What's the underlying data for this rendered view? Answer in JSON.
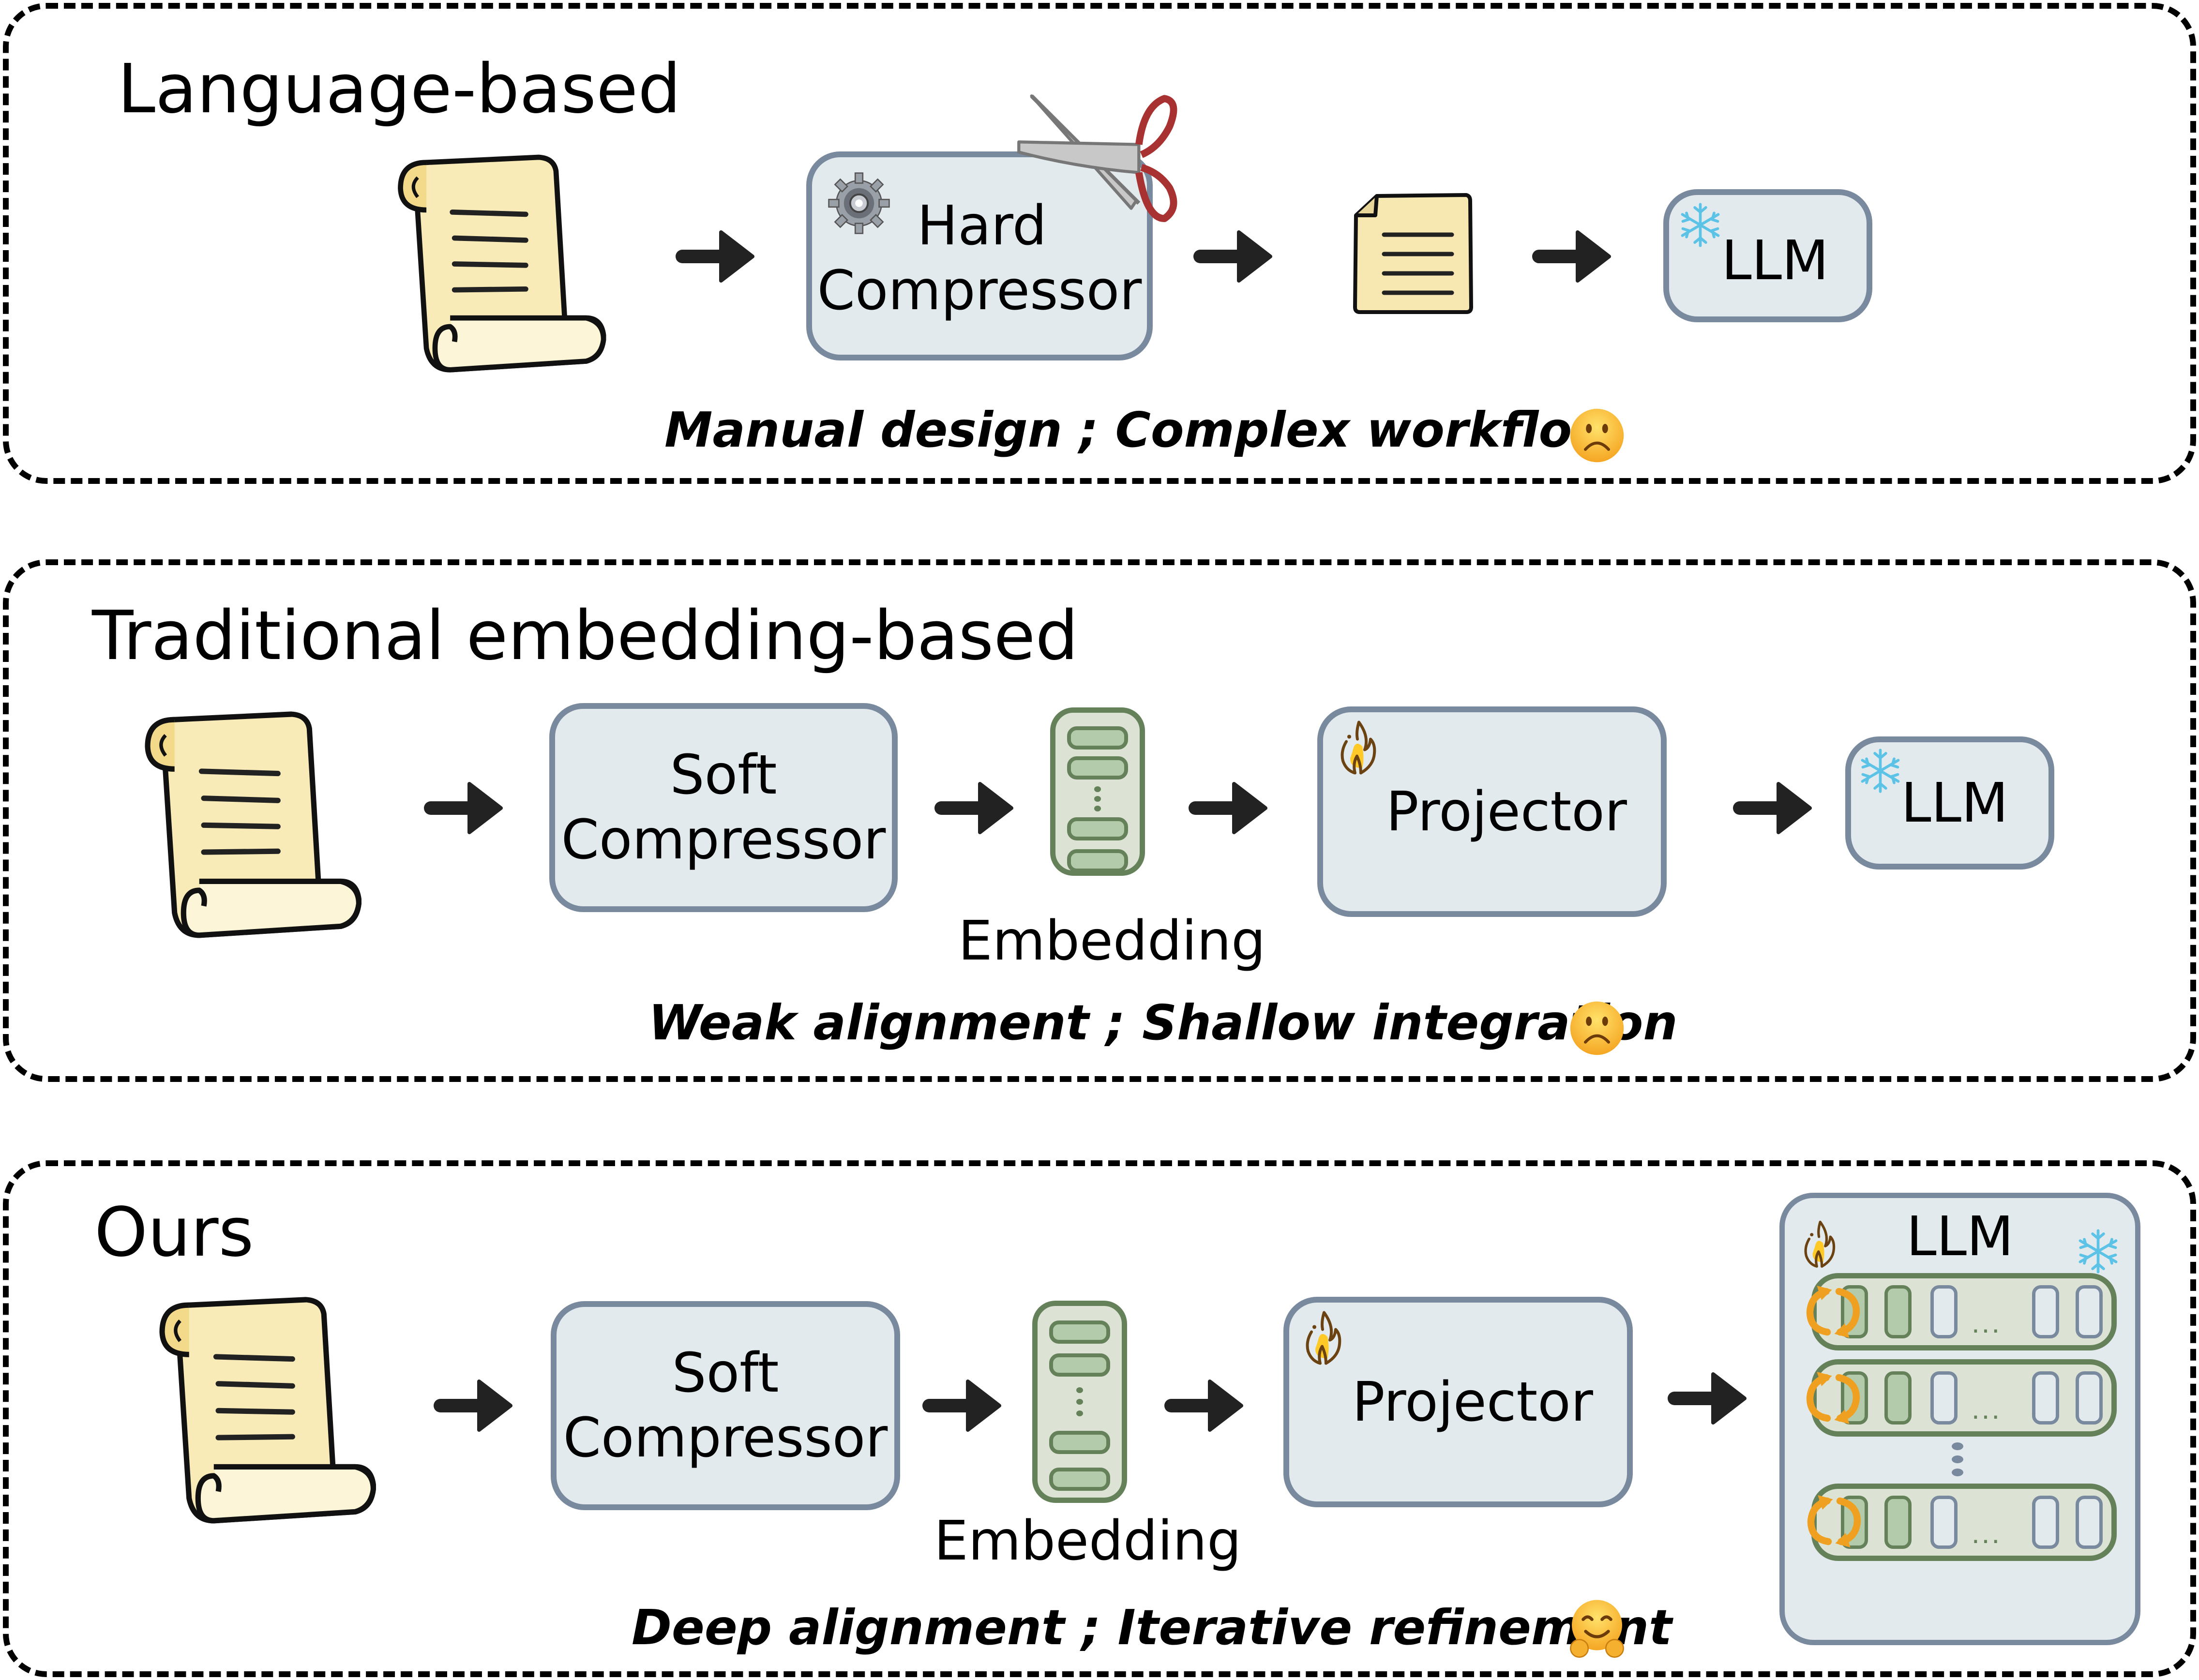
{
  "panels": [
    {
      "title": "Language-based",
      "pipeline": [
        "long-text-scroll",
        "hard-compressor",
        "short-text-doc",
        "frozen-llm"
      ],
      "compressor": {
        "line1": "Hard",
        "line2": "Compressor",
        "icons": [
          "gear-icon",
          "scissors-icon"
        ]
      },
      "llm": {
        "label": "LLM",
        "state_icon": "snowflake-icon"
      },
      "caption": "Manual design ; Complex workflow",
      "emoji": "frowning-face"
    },
    {
      "title": "Traditional embedding-based",
      "pipeline": [
        "long-text-scroll",
        "soft-compressor",
        "embedding",
        "projector",
        "frozen-llm"
      ],
      "compressor": {
        "line1": "Soft",
        "line2": "Compressor"
      },
      "embedding_label": "Embedding",
      "projector": {
        "label": "Projector",
        "state_icon": "fire-icon"
      },
      "llm": {
        "label": "LLM",
        "state_icon": "snowflake-icon"
      },
      "caption": "Weak alignment ; Shallow integration",
      "emoji": "frowning-face"
    },
    {
      "title": "Ours",
      "pipeline": [
        "long-text-scroll",
        "soft-compressor",
        "embedding",
        "projector",
        "llm-with-layers"
      ],
      "compressor": {
        "line1": "Soft",
        "line2": "Compressor"
      },
      "embedding_label": "Embedding",
      "projector": {
        "label": "Projector",
        "state_icon": "fire-icon"
      },
      "llm": {
        "label": "LLM",
        "state_icons": [
          "fire-icon",
          "snowflake-icon"
        ],
        "layers_shown": 3,
        "refine_icon": "cycle-arrows-icon",
        "ellipsis": "..."
      },
      "caption": "Deep alignment ; Iterative refinement",
      "emoji": "hugging-face"
    }
  ],
  "colors": {
    "box_fill": "#e3eaee",
    "box_border": "#7a8a9e",
    "embedding_fill": "#dde3d4",
    "embedding_border": "#65815a",
    "embedding_cell": "#b4cbab",
    "snowflake": "#5cc3e6",
    "fire_outline": "#6b4312",
    "fire_fill": "#ffc928",
    "cycle": "#f0a020",
    "scissors_handle": "#a83232",
    "paper": "#f8ebb8"
  }
}
